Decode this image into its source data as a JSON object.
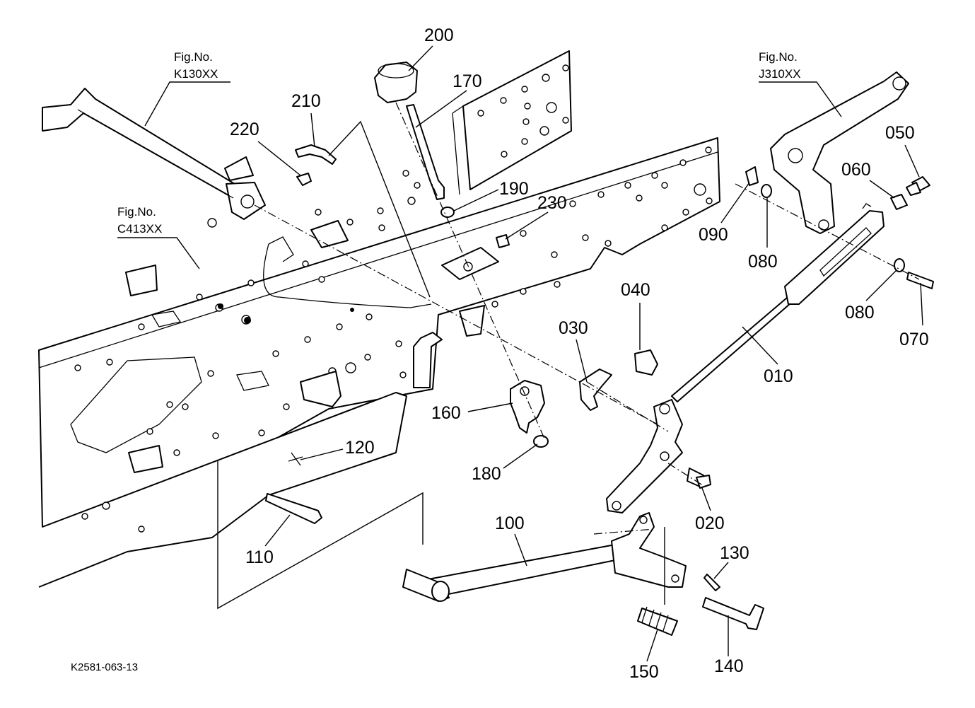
{
  "figure_code": "K2581-063-13",
  "references": [
    {
      "fig_label": "Fig.No.",
      "fig_code": "K130XX"
    },
    {
      "fig_label": "Fig.No.",
      "fig_code": "C413XX"
    },
    {
      "fig_label": "Fig.No.",
      "fig_code": "J310XX"
    }
  ],
  "callouts": [
    "010",
    "020",
    "030",
    "040",
    "050",
    "060",
    "070",
    "080",
    "080",
    "090",
    "100",
    "110",
    "120",
    "130",
    "140",
    "150",
    "160",
    "170",
    "180",
    "190",
    "200",
    "210",
    "220",
    "230"
  ]
}
